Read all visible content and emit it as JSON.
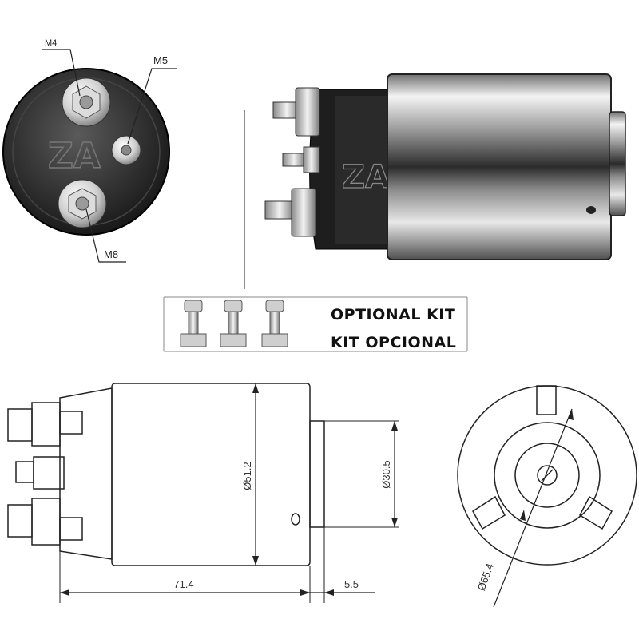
{
  "labels": {
    "top_left_stud": "M4",
    "right_stud": "M5",
    "bottom_stud": "M8"
  },
  "kit": {
    "line1": "OPTIONAL KIT",
    "line2": "KIT OPCIONAL"
  },
  "dimensions": {
    "body_diameter": "Ø51.2",
    "plunger_diameter": "Ø30.5",
    "body_length": "71.4",
    "plunger_length": "5.5",
    "bolt_circle": "Ø65.4"
  },
  "colors": {
    "line": "#222222",
    "metal_dark": "#1a1a1a",
    "metal_light": "#e6e6e6"
  }
}
